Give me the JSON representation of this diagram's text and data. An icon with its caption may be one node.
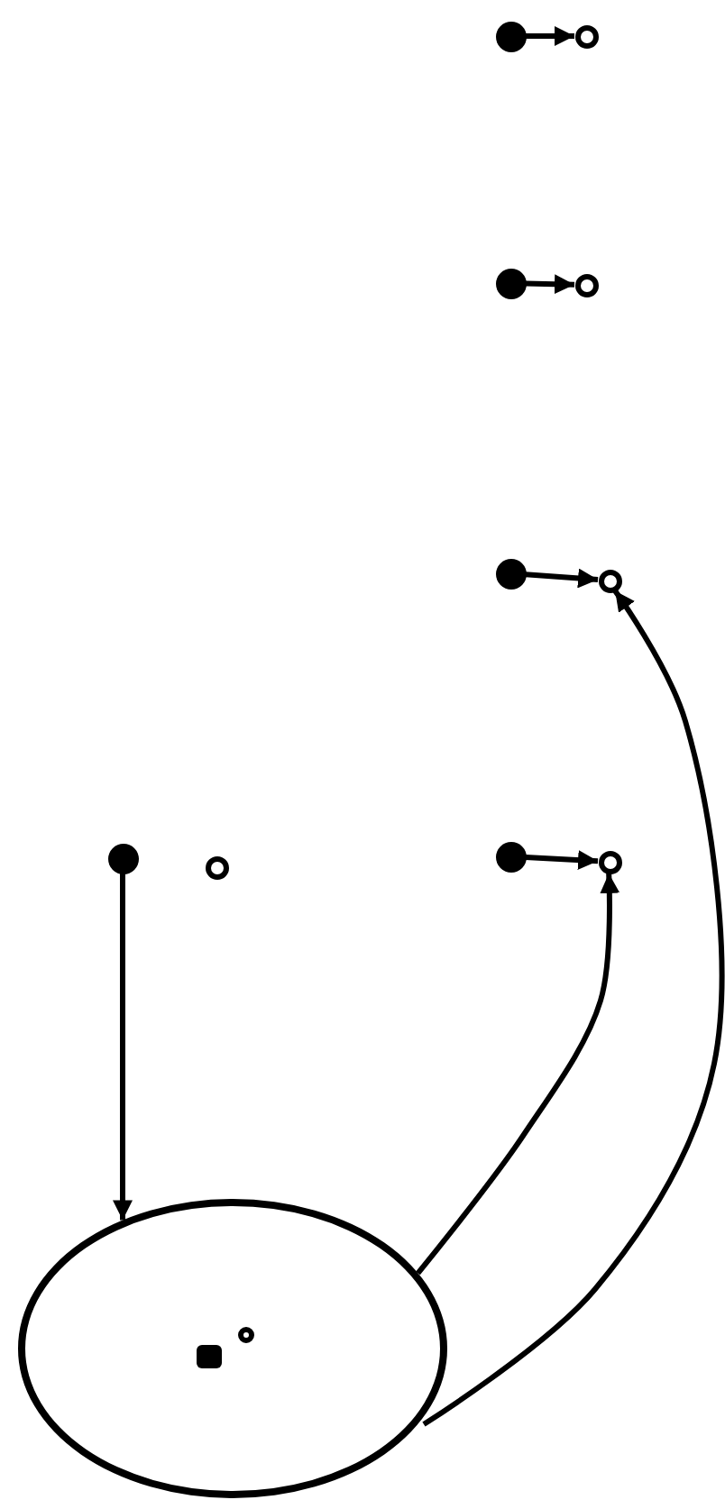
{
  "diagram": {
    "nodes": [
      {
        "text": [],
        "shape": "circle"
      },
      {
        "text": [],
        "shape": "circle"
      },
      {
        "text": [],
        "shape": "circle"
      },
      {
        "text": [],
        "shape": "circle"
      },
      {
        "text": [],
        "shape": "circle"
      },
      {
        "text": [],
        "shape": "circle"
      },
      {
        "text": [],
        "shape": "circle"
      },
      {
        "text": [],
        "shape": "circle"
      },
      {
        "text": [],
        "shape": "circle"
      },
      {
        "text": [],
        "shape": "circle"
      },
      {
        "text": [],
        "shape": "ellipse"
      },
      {
        "text": [],
        "shape": "box",
        "in": 10
      },
      {
        "text": [],
        "shape": "circle",
        "in": 10
      }
    ],
    "edges": [
      {
        "from": 0,
        "to": 1,
        "arrow": "to"
      },
      {
        "from": 2,
        "to": 3,
        "arrow": "to"
      },
      {
        "from": 4,
        "to": 5,
        "arrow": "to"
      },
      {
        "from": 8,
        "to": 9,
        "arrow": "to"
      },
      {
        "from": 6,
        "to": 10,
        "arrow": "to"
      },
      {
        "from": 10,
        "to": 9,
        "arrow": "to"
      },
      {
        "from": 10,
        "to": 5,
        "arrow": "to"
      }
    ]
  }
}
